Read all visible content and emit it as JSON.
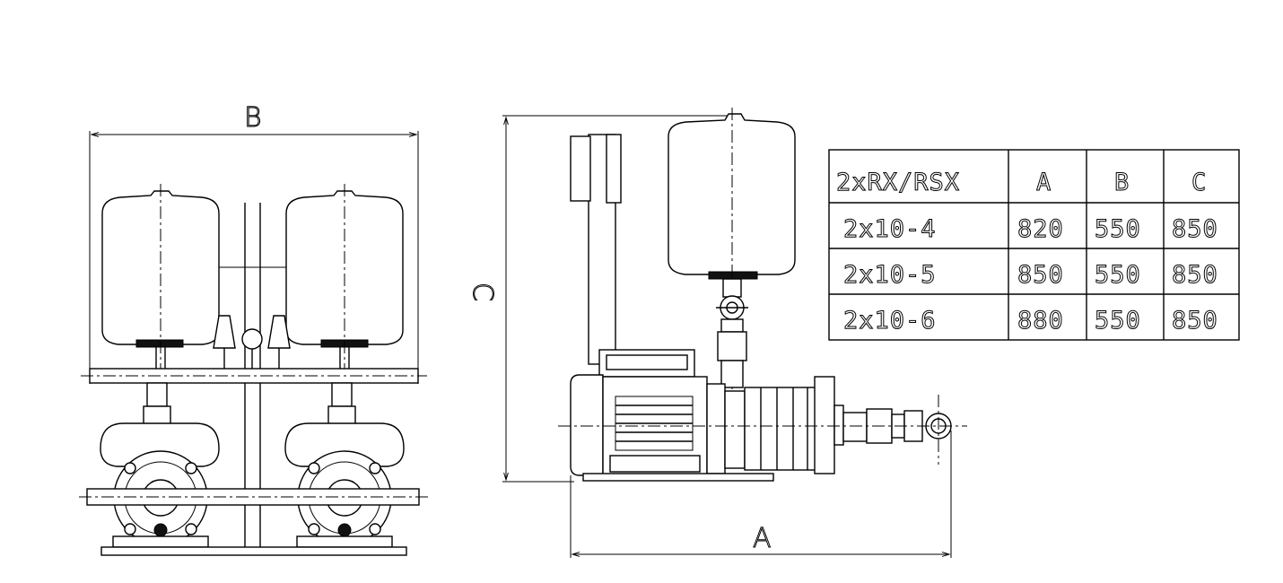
{
  "dimensions": {
    "a_label": "A",
    "b_label": "B",
    "c_label": "C"
  },
  "table": {
    "headers": [
      "2xRX/RSX",
      "A",
      "B",
      "C"
    ],
    "rows": [
      [
        "2x10-4",
        "820",
        "550",
        "850"
      ],
      [
        "2x10-5",
        "850",
        "550",
        "850"
      ],
      [
        "2x10-6",
        "880",
        "550",
        "850"
      ]
    ]
  }
}
